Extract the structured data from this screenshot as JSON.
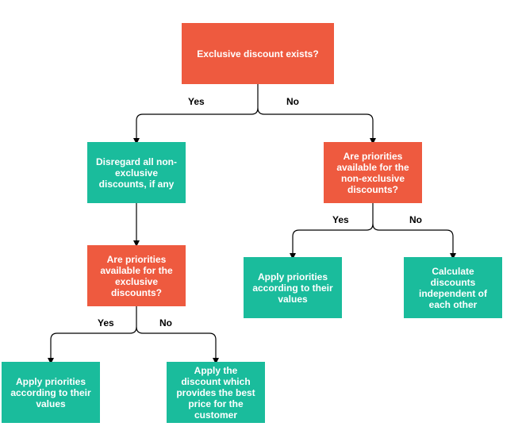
{
  "diagram": {
    "nodes": {
      "root": {
        "text": "Exclusive discount exists?",
        "kind": "decision"
      },
      "disregard": {
        "text": "Disregard all non-\nexclusive\ndiscounts, if any",
        "kind": "action"
      },
      "priorities_nonexclusive": {
        "text": "Are priorities\navailable for the\nnon-exclusive\ndiscounts?",
        "kind": "decision"
      },
      "priorities_exclusive": {
        "text": "Are priorities\navailable for the\nexclusive\ndiscounts?",
        "kind": "decision"
      },
      "apply_values_right": {
        "text": "Apply priorities\naccording to their\nvalues",
        "kind": "action"
      },
      "calculate_independent": {
        "text": "Calculate\ndiscounts\nindependent of\neach other",
        "kind": "action"
      },
      "apply_values_left": {
        "text": "Apply priorities\naccording to their\nvalues",
        "kind": "action"
      },
      "apply_best_price": {
        "text": "Apply the\ndiscount which\nprovides the best\nprice for the\ncustomer",
        "kind": "action"
      }
    },
    "edge_labels": {
      "root_yes": "Yes",
      "root_no": "No",
      "nonexclusive_yes": "Yes",
      "nonexclusive_no": "No",
      "exclusive_yes": "Yes",
      "exclusive_no": "No"
    },
    "colors": {
      "decision": "#EE5A3F",
      "action": "#1ABC9C",
      "connector": "#000000"
    }
  }
}
